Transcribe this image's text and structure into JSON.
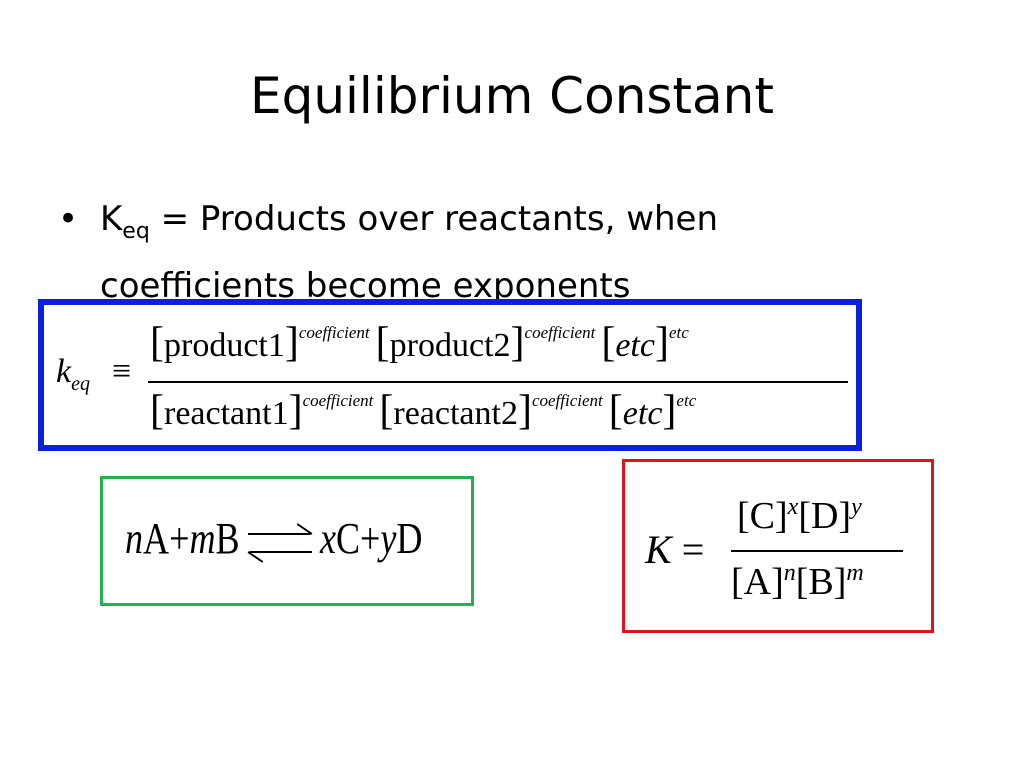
{
  "slide": {
    "title": "Equilibrium Constant",
    "bullet": {
      "symbol": "•",
      "k_letter": "K",
      "k_subscript": "eq",
      "text_line": " = Products over reactants, when coefficients become exponents"
    }
  },
  "formula_general": {
    "border_color": "#0b1fe0",
    "lhs_symbol": "k",
    "lhs_subscript": "eq",
    "relation": "≡",
    "numerator": [
      {
        "species": "product1",
        "exponent": "coefficient"
      },
      {
        "species": "product2",
        "exponent": "coefficient"
      },
      {
        "species": "etc",
        "exponent": "etc"
      }
    ],
    "denominator": [
      {
        "species": "reactant1",
        "exponent": "coefficient"
      },
      {
        "species": "reactant2",
        "exponent": "coefficient"
      },
      {
        "species": "etc",
        "exponent": "etc"
      }
    ]
  },
  "reaction": {
    "border_color": "#22b14c",
    "coef1": "n",
    "species1": "A",
    "plus1": "+",
    "coef2": "m",
    "species2": "B",
    "coef3": "x",
    "species3": "C",
    "plus2": "+",
    "coef4": "y",
    "species4": "D"
  },
  "formula_specific": {
    "border_color": "#e0121b",
    "lhs": "K",
    "relation": "=",
    "num_term1": "[C]",
    "num_exp1": "x",
    "num_term2": "[D]",
    "num_exp2": "y",
    "den_term1": "[A]",
    "den_exp1": "n",
    "den_term2": "[B]",
    "den_exp2": "m"
  }
}
